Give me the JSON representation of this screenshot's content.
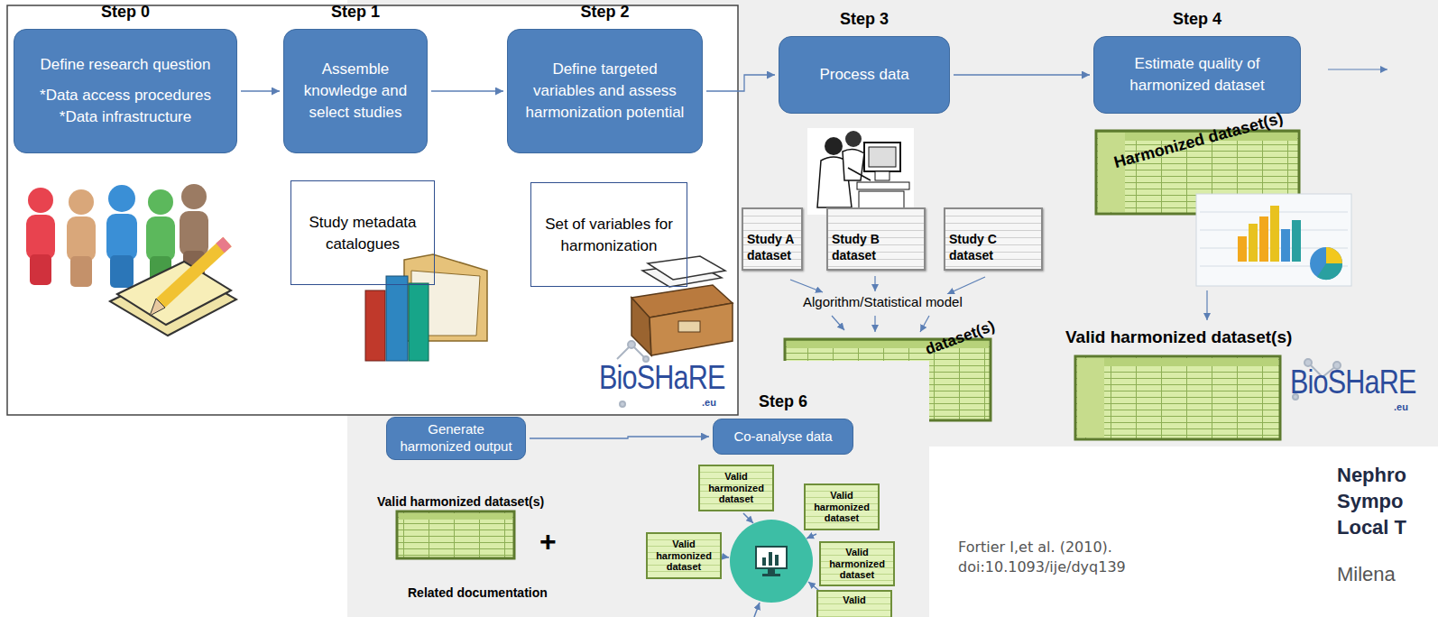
{
  "diagram": {
    "nodes": [
      {
        "text": [
          "Step 0",
          "Define research question",
          "*Data access procedures *Data infrastructure"
        ]
      },
      {
        "text": [
          "Step 1",
          "Assemble knowledge and select studies"
        ]
      },
      {
        "text": [
          "Step 2",
          "Define targeted variables and assess harmonization potential"
        ]
      },
      {
        "text": [
          "Study metadata catalogues"
        ]
      },
      {
        "text": [
          "Set of variables for harmonization"
        ]
      },
      {
        "text": [
          "Step 3",
          "Process data"
        ]
      },
      {
        "text": [
          "Step 4",
          "Estimate quality of harmonized dataset"
        ]
      },
      {
        "text": [
          "Study A dataset"
        ]
      },
      {
        "text": [
          "Study B dataset"
        ]
      },
      {
        "text": [
          "Study C dataset"
        ]
      },
      {
        "text": [
          "Generate harmonized output"
        ]
      },
      {
        "text": [
          "Step 6",
          "Co-analyse data"
        ]
      },
      {
        "text": [
          "Valid harmonized dataset"
        ]
      },
      {
        "text": [
          "Valid harmonized dataset"
        ]
      },
      {
        "text": [
          "Valid harmonized dataset"
        ]
      },
      {
        "text": [
          "Valid harmonized dataset"
        ]
      },
      {
        "text": [
          "Valid"
        ]
      }
    ],
    "edges": [
      {
        "from": 0,
        "to": 1,
        "arrow": "to"
      },
      {
        "from": 1,
        "to": 2,
        "arrow": "to"
      },
      {
        "from": 2,
        "to": 5,
        "arrow": "to"
      },
      {
        "from": 5,
        "to": 6,
        "arrow": "to"
      },
      {
        "from": 10,
        "to": 11,
        "arrow": "to"
      }
    ],
    "labels": [
      "Algorithm/Statistical model",
      "dataset(s)",
      "Harmonized dataset(s)",
      "Valid harmonized dataset(s)",
      "BioSHaRE",
      ".eu",
      "BioSHaRE",
      ".eu",
      "Valid harmonized dataset(s)",
      "+",
      "Related documentation",
      "Fortier I,et al. (2010).",
      "doi:10.1093/ije/dyq139",
      "Nephro",
      "Sympo",
      "Local T",
      "Milena"
    ]
  }
}
